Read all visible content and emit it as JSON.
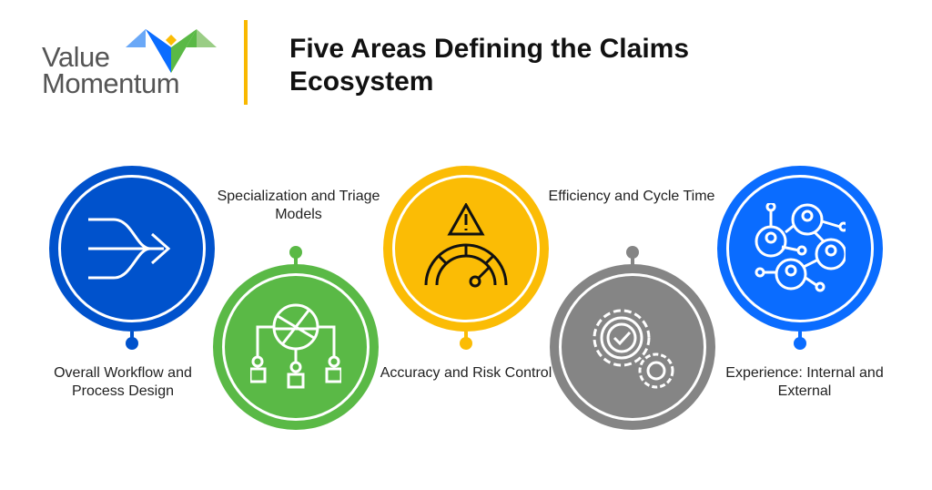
{
  "logo": {
    "line1": "Value",
    "line2": "Momentum"
  },
  "title": "Five Areas Defining the Claims Ecosystem",
  "areas": [
    {
      "label": "Overall Workflow and Process Design",
      "icon": "merge-arrow-icon",
      "color": "#0052cc"
    },
    {
      "label": "Specialization and Triage Models",
      "icon": "globe-network-people-icon",
      "color": "#5ab946"
    },
    {
      "label": "Accuracy and Risk Control",
      "icon": "warning-gauge-icon",
      "color": "#fbbc05"
    },
    {
      "label": "Efficiency and Cycle Time",
      "icon": "gears-check-icon",
      "color": "#858585"
    },
    {
      "label": "Experience: Internal and External",
      "icon": "people-network-icon",
      "color": "#0a6cff"
    }
  ]
}
